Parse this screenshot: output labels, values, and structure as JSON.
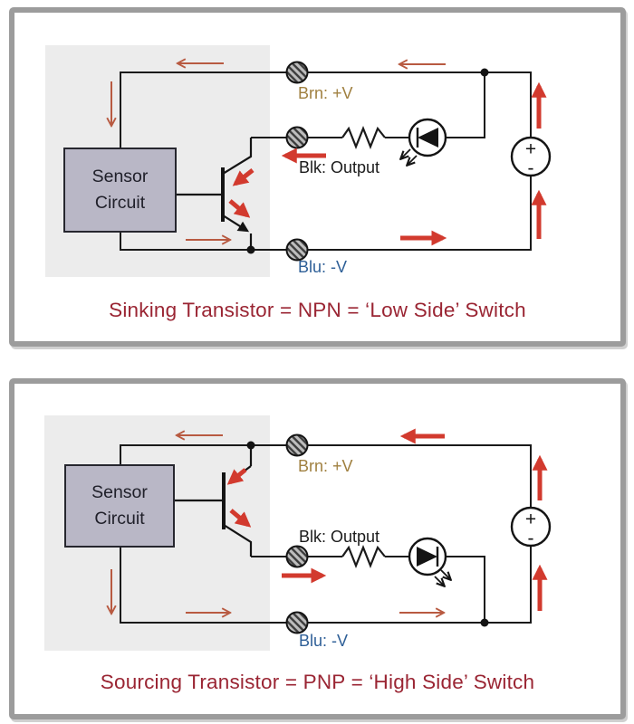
{
  "colors": {
    "title": "#9a2533",
    "label_brown": "#a08040",
    "label_black": "#1b1b1b",
    "label_blue": "#2e5f97",
    "arrow_thick_red": "#d23a2e",
    "arrow_thin_red": "#b85a41",
    "wire_black": "#1a1a1a",
    "sensor_box_fill": "#b9b7c6",
    "backdrop_gray": "#ececec",
    "panel_border_gray": "#9c9c9c"
  },
  "sensor_box": {
    "line1": "Sensor",
    "line2": "Circuit"
  },
  "wire_labels": {
    "brown": "Brn: +V",
    "output": "Blk: Output",
    "blue": "Blu: -V"
  },
  "power_source": {
    "plus": "+",
    "minus": "-"
  },
  "diagrams": [
    {
      "id": "sinking",
      "transistor": "NPN",
      "title": "Sinking Transistor = NPN = ‘Low Side’ Switch"
    },
    {
      "id": "sourcing",
      "transistor": "PNP",
      "title": "Sourcing Transistor = PNP = ‘High Side’ Switch"
    }
  ]
}
